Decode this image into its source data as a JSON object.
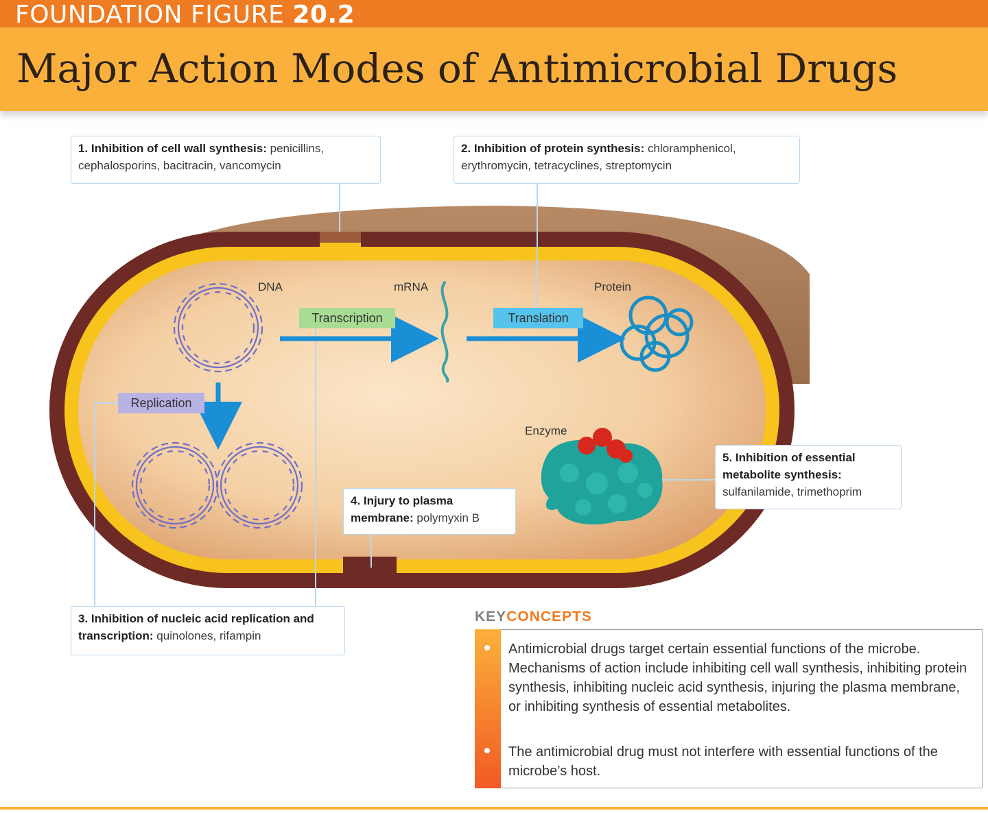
{
  "header": {
    "figure_prefix": "FOUNDATION FIGURE",
    "figure_number": "20.2",
    "title": "Major Action Modes of Antimicrobial Drugs"
  },
  "labels": {
    "dna": "DNA",
    "mrna": "mRNA",
    "protein": "Protein",
    "enzyme": "Enzyme",
    "transcription": "Transcription",
    "translation": "Translation",
    "replication": "Replication"
  },
  "callouts": [
    {
      "heading": "1. Inhibition of cell wall synthesis:",
      "text": "penicillins, cephalosporins, bacitracin, vancomycin"
    },
    {
      "heading": "2. Inhibition of protein synthesis:",
      "text": "chloramphenicol, erythromycin, tetracyclines, streptomycin"
    },
    {
      "heading": "3. Inhibition of nucleic acid replication and transcription:",
      "text": "quinolones, rifampin"
    },
    {
      "heading": "4. Injury to plasma membrane:",
      "text": "polymyxin B"
    },
    {
      "heading": "5. Inhibition of essential metabolite synthesis:",
      "text": "sulfanilamide, trimethoprim"
    }
  ],
  "key_concepts": {
    "heading_key": "KEY",
    "heading_concepts": "CONCEPTS",
    "bullets": [
      "Antimicrobial drugs target certain essential functions of the microbe. Mechanisms of action include inhibiting cell wall synthesis, inhibiting protein synthesis, inhibiting nucleic acid synthesis, injuring the plasma membrane, or inhibiting synthesis of essential metabolites.",
      "The antimicrobial drug must not interfere with essential functions of the microbe’s host."
    ]
  },
  "colors": {
    "orange_band": "#ef7b22",
    "gold_band": "#fbb03b",
    "cell_wall": "#6e2a24",
    "membrane": "#f7c31c",
    "cytoplasm": "#f2c9a0",
    "arrow_blue": "#1b8fd6",
    "transcription_box": "#a8dc94",
    "translation_box": "#55c3ec",
    "replication_box": "#b9b3e3",
    "enzyme_teal": "#1fa39a",
    "substrate_red": "#d8281e"
  }
}
